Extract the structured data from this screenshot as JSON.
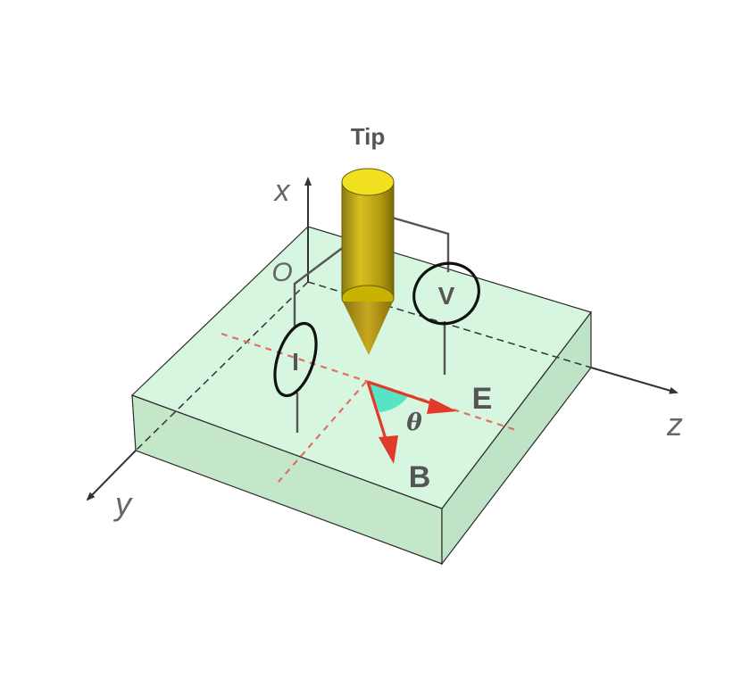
{
  "labels": {
    "tip": "Tip",
    "axis_x": "x",
    "axis_y": "y",
    "axis_z": "z",
    "origin": "O",
    "voltmeter": "V",
    "current": "I",
    "e_field": "E",
    "b_field": "B",
    "angle": "θ"
  },
  "colors": {
    "slab_fill": "#c9efd2",
    "slab_top": "#d3f5dc",
    "slab_edge": "#2a2a2a",
    "axis": "#333333",
    "dashed_red": "#e07060",
    "vector_red": "#e23a2a",
    "angle_fill": "#3ee0c0",
    "tip_gold": "#c8b400",
    "wire": "#555555"
  }
}
